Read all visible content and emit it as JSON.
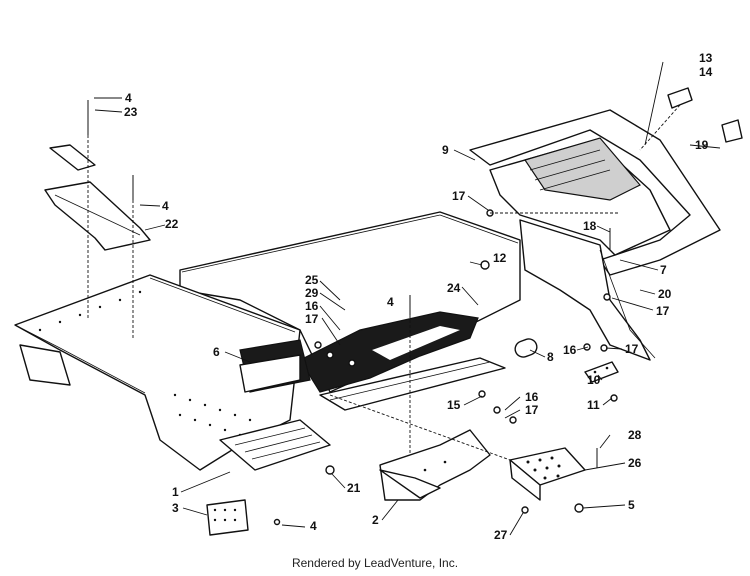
{
  "diagram": {
    "callouts": [
      "1",
      "2",
      "3",
      "4",
      "5",
      "6",
      "7",
      "8",
      "9",
      "10",
      "11",
      "12",
      "13",
      "14",
      "15",
      "16",
      "17",
      "18",
      "19",
      "20",
      "21",
      "22",
      "23",
      "24",
      "25",
      "26",
      "27",
      "28",
      "29"
    ]
  },
  "labels": {
    "l4a": "4",
    "l23": "23",
    "l4b": "4",
    "l22": "22",
    "l6": "6",
    "l25": "25",
    "l29": "29",
    "l16a": "16",
    "l17a": "17",
    "l4c": "4",
    "l24": "24",
    "l12": "12",
    "l13": "13",
    "l14": "14",
    "l19": "19",
    "l9": "9",
    "l17b": "17",
    "l18": "18",
    "l7": "7",
    "l20": "20",
    "l17c": "17",
    "l16b": "16",
    "l17d": "17",
    "l8": "8",
    "l10": "10",
    "l11": "11",
    "l16c": "16",
    "l17e": "17",
    "l15": "15",
    "l28": "28",
    "l26": "26",
    "l5": "5",
    "l27": "27",
    "l2": "2",
    "l1": "1",
    "l3": "3",
    "l4d": "4",
    "l21": "21"
  },
  "footer": "Rendered by LeadVenture, Inc."
}
